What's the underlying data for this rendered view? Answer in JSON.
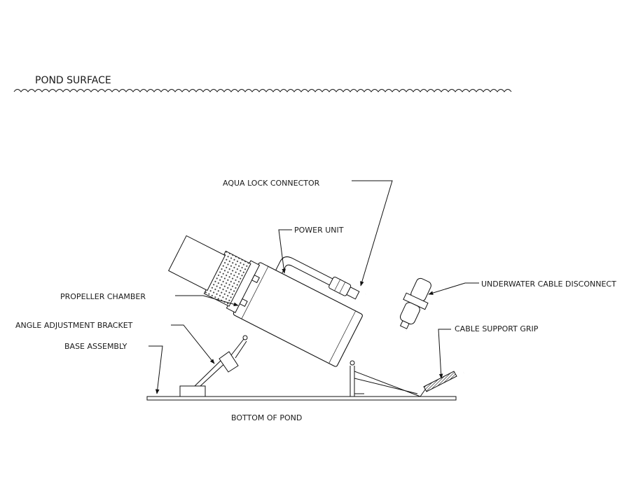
{
  "surface": {
    "label": "POND SURFACE"
  },
  "bottom": {
    "label": "BOTTOM OF POND"
  },
  "callouts": {
    "aqua_lock": "AQUA LOCK CONNECTOR",
    "power_unit": "POWER UNIT",
    "propeller_chamber": "PROPELLER CHAMBER",
    "angle_bracket": "ANGLE ADJUSTMENT BRACKET",
    "base_assembly": "BASE ASSEMBLY",
    "cable_disconnect": "UNDERWATER CABLE DISCONNECT",
    "cable_grip": "CABLE SUPPORT GRIP"
  },
  "colors": {
    "line": "#111111",
    "background": "#ffffff"
  }
}
